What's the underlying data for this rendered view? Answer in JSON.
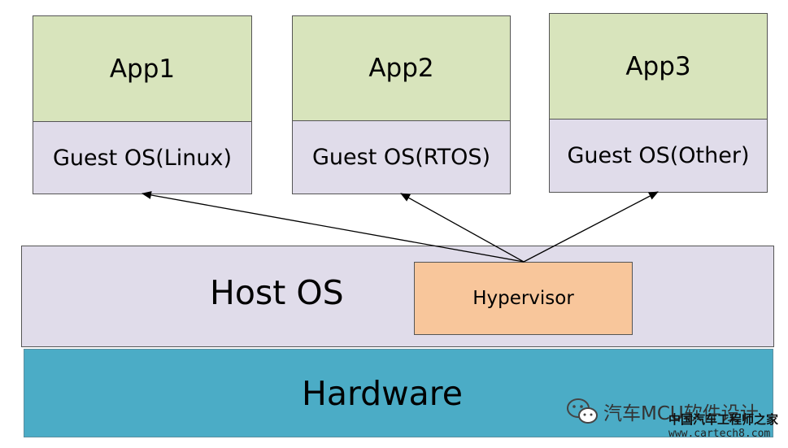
{
  "apps": [
    {
      "app": "App1",
      "os": "Guest OS(Linux)"
    },
    {
      "app": "App2",
      "os": "Guest OS(RTOS)"
    },
    {
      "app": "App3",
      "os": "Guest OS(Other)"
    }
  ],
  "host_os": "Host OS",
  "hypervisor": "Hypervisor",
  "hardware": "Hardware",
  "watermark": {
    "channel": "汽车MCU软件设计",
    "site_name": "中国汽车工程师之家",
    "site_url": "www.cartech8.com",
    "icon": "wechat-icon"
  },
  "colors": {
    "app": "#d8e4bc",
    "guest_os": "#e0dcea",
    "host_os": "#e0dcea",
    "hypervisor": "#f8c69b",
    "hardware": "#4bacc6"
  }
}
